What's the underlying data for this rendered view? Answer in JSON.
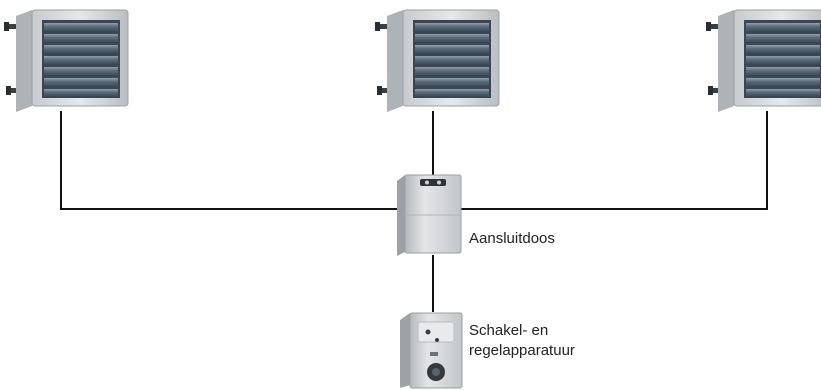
{
  "labels": {
    "junction_box": "Aansluitdoos",
    "control_line1": "Schakel- en",
    "control_line2": "regelapparatuur"
  },
  "colors": {
    "wire": "#111111",
    "heater_body": "#d8dbde",
    "heater_grille": "#4f5f6e",
    "box_body": "#d2d4d6"
  },
  "icons": {
    "heater": "unit-heater-icon",
    "junction_box": "junction-box-icon",
    "control_unit": "control-unit-icon"
  }
}
